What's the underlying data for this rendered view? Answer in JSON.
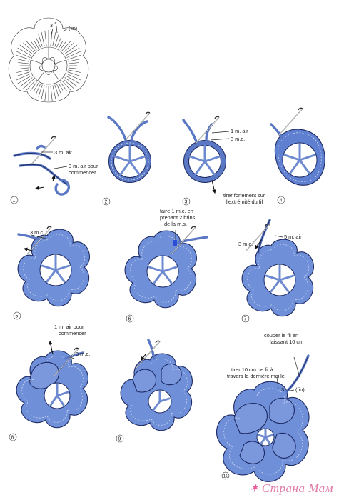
{
  "chart_legend": {
    "top_marker_3": "3",
    "top_marker_4": "4",
    "fin": "(fin)"
  },
  "steps": [
    {
      "number": "1",
      "labels": [
        "3 m. air",
        "3 m. air pour",
        "commencer"
      ]
    },
    {
      "number": "2",
      "labels": []
    },
    {
      "number": "3",
      "labels": [
        "1 m. air",
        "3 m.c.",
        "tirer fortement sur",
        "l'extrémité du fil"
      ]
    },
    {
      "number": "4",
      "labels": []
    },
    {
      "number": "5",
      "labels": [
        "3 m.c."
      ]
    },
    {
      "number": "6",
      "labels": [
        "faire 1 m.c. en",
        "prenant 2 brins",
        "de la m.s."
      ]
    },
    {
      "number": "7",
      "labels": [
        "5 m. air",
        "3 m.c."
      ]
    },
    {
      "number": "8",
      "labels": [
        "1 m. air pour",
        "commencer",
        "3 m.c."
      ]
    },
    {
      "number": "9",
      "labels": []
    },
    {
      "number": "10",
      "labels": [
        "couper le fil en",
        "laissant 10 cm",
        "tirer 10 cm de fil à",
        "travers la dernière maille",
        "3",
        "(fin)"
      ]
    }
  ],
  "watermark": {
    "text": "Страна Мам",
    "star": "✶"
  },
  "colors": {
    "yarn": "#5a78c4",
    "yarn_dark": "#1d2a63",
    "watermark": "#e07aa8"
  }
}
